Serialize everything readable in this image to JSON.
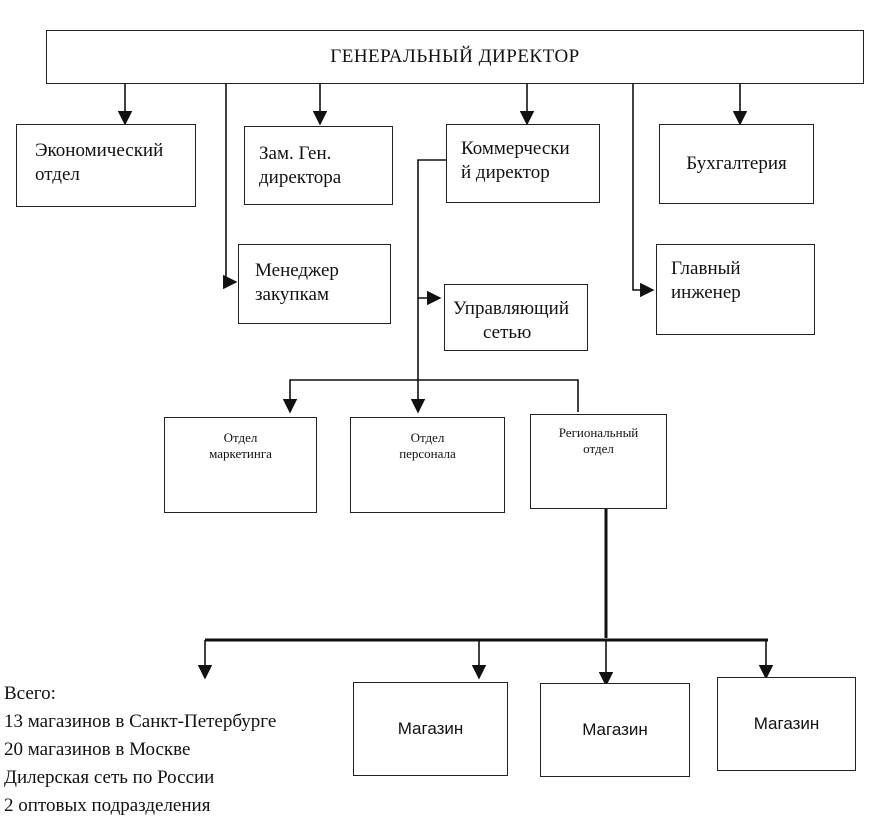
{
  "nodes": {
    "ceo": "ГЕНЕРАЛЬНЫЙ ДИРЕКТОР",
    "economic": [
      "Экономический",
      "отдел"
    ],
    "deputy": [
      "Зам. Ген.",
      "директора"
    ],
    "commercial": [
      "Коммерчески",
      "й директор"
    ],
    "accounting": "Бухгалтерия",
    "purchasing": [
      "Менеджер",
      "закупкам"
    ],
    "network_manager": [
      "Управляющий",
      "сетью"
    ],
    "chief_engineer": [
      "Главный",
      "инженер"
    ],
    "marketing": [
      "Отдел",
      "маркетинга"
    ],
    "personnel": [
      "Отдел",
      "персонала"
    ],
    "regional": [
      "Региональный",
      "отдел"
    ],
    "store": "Магазин"
  },
  "note": {
    "lines": [
      "Всего:",
      "13 магазинов в Санкт-Петербурге",
      "20 магазинов в Москве",
      "Дилерская сеть по России",
      "2 оптовых подразделения"
    ]
  }
}
